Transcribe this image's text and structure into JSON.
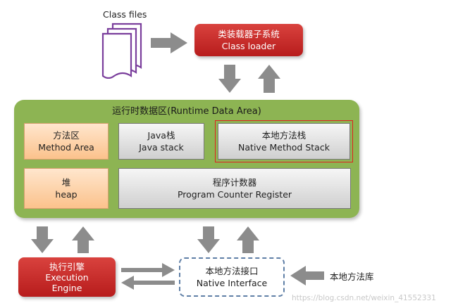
{
  "class_files_label": "Class files",
  "class_loader": {
    "line1": "类装载器子系统",
    "line2": "Class loader"
  },
  "runtime_area": {
    "title": "运行时数据区(Runtime Data Area)",
    "method_area": {
      "line1": "方法区",
      "line2": "Method Area"
    },
    "java_stack": {
      "line1": "Java栈",
      "line2": "Java stack"
    },
    "native_method_stack": {
      "line1": "本地方法栈",
      "line2": "Native Method Stack"
    },
    "heap": {
      "line1": "堆",
      "line2": "heap"
    },
    "program_counter": {
      "line1": "程序计数器",
      "line2": "Program Counter Register"
    }
  },
  "execution_engine": {
    "line1": "执行引擎",
    "line2": "Execution",
    "line3": "Engine"
  },
  "native_interface": {
    "line1": "本地方法接口",
    "line2": "Native Interface"
  },
  "native_library_label": "本地方法库",
  "watermark": "https://blog.csdn.net/weixin_41552331",
  "colors": {
    "red_box": "#c62828",
    "runtime_green": "#8db453",
    "orange_box": "#fcc690",
    "gray_box": "#d9d9d9",
    "arrow_gray": "#8c8c8c",
    "highlight_red": "#e02020",
    "dashed_blue": "#5f7fa6"
  }
}
